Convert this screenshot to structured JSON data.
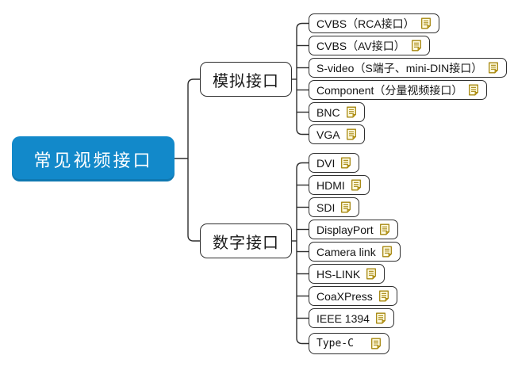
{
  "diagram": {
    "type": "mindmap",
    "root": {
      "label": "常见视频接口"
    },
    "branches": [
      {
        "label": "模拟接口",
        "children": [
          {
            "label": "CVBS（RCA接口）",
            "note": true
          },
          {
            "label": "CVBS（AV接口）",
            "note": true
          },
          {
            "label": "S-video（S端子、mini-DIN接口）",
            "note": true
          },
          {
            "label": "Component（分量视频接口）",
            "note": true
          },
          {
            "label": "BNC",
            "note": true
          },
          {
            "label": "VGA",
            "note": true
          }
        ]
      },
      {
        "label": "数字接口",
        "children": [
          {
            "label": "DVI",
            "note": true
          },
          {
            "label": "HDMI",
            "note": true
          },
          {
            "label": "SDI",
            "note": true
          },
          {
            "label": "DisplayPort",
            "note": true
          },
          {
            "label": "Camera link",
            "note": true
          },
          {
            "label": "HS-LINK",
            "note": true
          },
          {
            "label": "CoaXPress",
            "note": true
          },
          {
            "label": "IEEE 1394",
            "note": true
          },
          {
            "label": "Type-C",
            "note": true
          }
        ]
      }
    ],
    "colors": {
      "background": "#FFFFFF",
      "root_fill": "#1289CA",
      "root_text": "#FFFFFF",
      "node_border": "#2E2E2E",
      "connector": "#2E2E2E",
      "note_border": "#A6870E",
      "note_fill": "#FFFBE0",
      "note_fold": "#C9A227"
    }
  }
}
